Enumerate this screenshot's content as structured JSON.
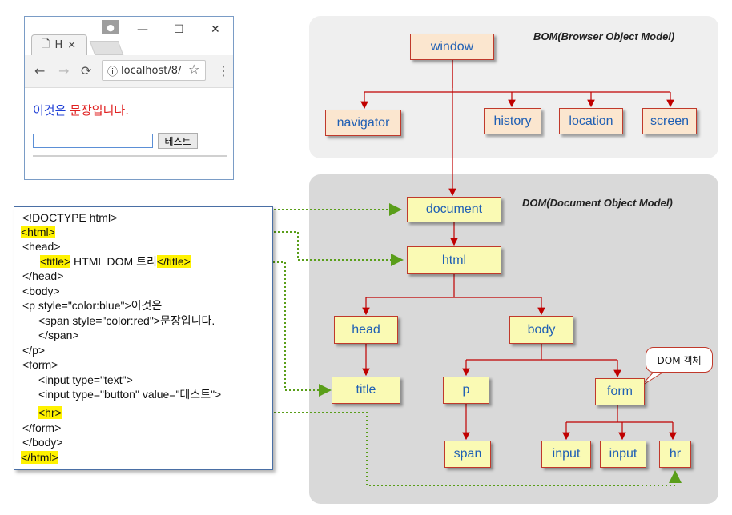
{
  "browser": {
    "tab_label": "H",
    "url": "localhost/8/",
    "text_blue": "이것은",
    "text_red": "문장입니다.",
    "button_label": "테스트"
  },
  "bom": {
    "title": "BOM(Browser Object Model)",
    "window": "window",
    "navigator": "navigator",
    "history": "history",
    "location": "location",
    "screen": "screen"
  },
  "dom": {
    "title": "DOM(Document Object Model)",
    "document": "document",
    "html": "html",
    "head": "head",
    "body": "body",
    "title_node": "title",
    "p": "p",
    "form": "form",
    "span": "span",
    "input1": "input",
    "input2": "input",
    "hr": "hr",
    "callout": "DOM 객체"
  },
  "code": {
    "l1": "<!DOCTYPE html>",
    "l2": "<html>",
    "l3": "<head>",
    "l4a": "<title>",
    "l4b": " HTML DOM 트리",
    "l4c": "</title>",
    "l5": "</head>",
    "l6": "<body>",
    "l7": "<p style=\"color:blue\">이것은",
    "l8": "<span style=\"color:red\">문장입니다.",
    "l9": "</span>",
    "l10": "</p>",
    "l11": "<form>",
    "l12": "<input type=\"text\">",
    "l13": "<input type=\"button\" value=\"테스트\">",
    "l14": "<hr>",
    "l15": "</form>",
    "l16": "</body>",
    "l17": "</html>"
  },
  "colors": {
    "node_fill": "#fafab4",
    "node_border": "#c0392b",
    "node_text": "#1f5fb4",
    "highlight": "#fff200",
    "arrow_red": "#c00000",
    "arrow_green": "#5a9e1a"
  }
}
